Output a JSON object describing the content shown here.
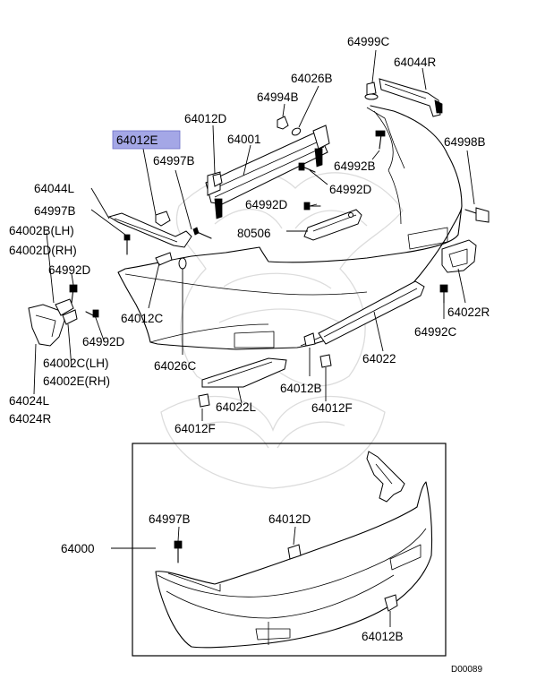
{
  "labels": {
    "p64999C": "64999C",
    "p64044R": "64044R",
    "p64026B": "64026B",
    "p64994B": "64994B",
    "p64012D_top": "64012D",
    "p64001": "64001",
    "p64012E": "64012E",
    "p64997B_top": "64997B",
    "p64992B": "64992B",
    "p64998B": "64998B",
    "p64992D_mid": "64992D",
    "p64044L": "64044L",
    "p64992D_center": "64992D",
    "p64997B_left": "64997B",
    "p64002B": "64002B(LH)",
    "p80506": "80506",
    "p64002D": "64002D(RH)",
    "p64992D_left": "64992D",
    "p64022R": "64022R",
    "p64012C": "64012C",
    "p64992C": "64992C",
    "p64992D_lower": "64992D",
    "p64022": "64022",
    "p64026C": "64026C",
    "p64002C": "64002C(LH)",
    "p64002E": "64002E(RH)",
    "p64012B_mid": "64012B",
    "p64024L": "64024L",
    "p64012F_right": "64012F",
    "p64022L": "64022L",
    "p64024R": "64024R",
    "p64012F_left": "64012F",
    "p64997B_box": "64997B",
    "p64012D_box": "64012D",
    "p64000": "64000",
    "p64012B_box": "64012B"
  },
  "diagram_code": "D00089",
  "highlight_color": "#a4a7e6"
}
